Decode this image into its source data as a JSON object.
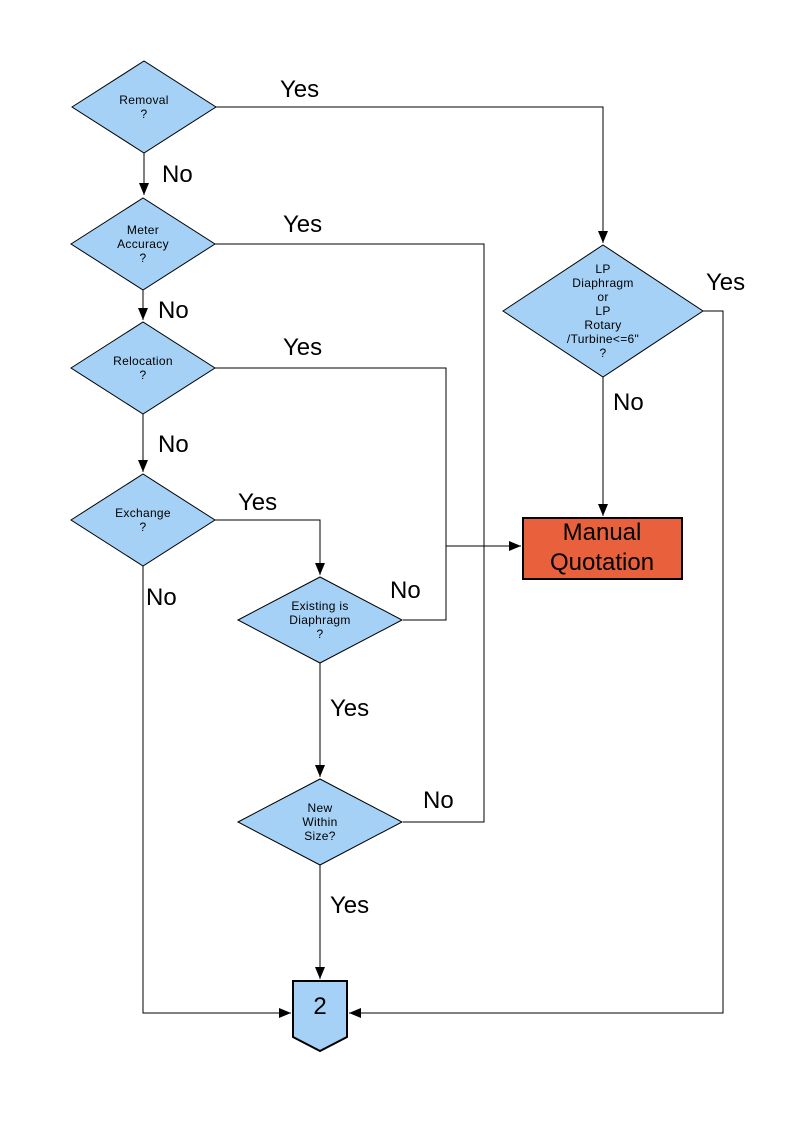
{
  "diagram": {
    "type": "flowchart",
    "colors": {
      "decision_fill": "#A4D1F5",
      "process_fill": "#E8603C",
      "connector_fill": "#A4D1F5",
      "line_color": "#000000",
      "background": "#FFFFFF"
    },
    "nodes": {
      "removal": {
        "type": "decision",
        "label": "Removal\n?"
      },
      "meter_accuracy": {
        "type": "decision",
        "label": "Meter\nAccuracy\n?"
      },
      "relocation": {
        "type": "decision",
        "label": "Relocation\n?"
      },
      "exchange": {
        "type": "decision",
        "label": "Exchange\n?"
      },
      "existing_is_diaphragm": {
        "type": "decision",
        "label": "Existing is\nDiaphragm\n?"
      },
      "new_within_size": {
        "type": "decision",
        "label": "New\nWithin\nSize?"
      },
      "lp_type": {
        "type": "decision",
        "label": "LP\nDiaphragm\nor\nLP\nRotary\n/Turbine<=6\"\n?"
      },
      "manual_quotation": {
        "type": "process",
        "label": "Manual\nQuotation"
      },
      "offpage_connector": {
        "type": "off-page-connector",
        "label": "2"
      }
    },
    "edge_labels": {
      "removal_yes": "Yes",
      "removal_no": "No",
      "meter_accuracy_yes": "Yes",
      "meter_accuracy_no": "No",
      "relocation_yes": "Yes",
      "relocation_no": "No",
      "exchange_yes": "Yes",
      "exchange_no": "No",
      "existing_is_diaphragm_no": "No",
      "existing_is_diaphragm_yes": "Yes",
      "new_within_size_no": "No",
      "new_within_size_yes": "Yes",
      "lp_type_yes": "Yes",
      "lp_type_no": "No"
    }
  }
}
